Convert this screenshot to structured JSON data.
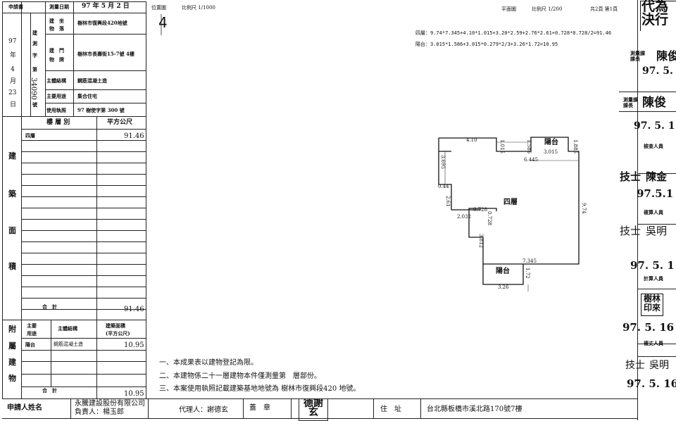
{
  "left_table": {
    "applicant_book": "申請書",
    "survey_date_label": "測量日期",
    "survey_date": "97 年 5 月 2 日",
    "building_location_label": "建　坐\n物　落",
    "building_location": "樹林市復興段420地號",
    "building_number_label": "建　門\n物　牌",
    "building_number": "樹林市長壽街15-7號 4樓",
    "main_structure_label": "主體結構",
    "main_structure": "鋼筋混凝土造",
    "main_use_label": "主要用途",
    "main_use": "集合住宅",
    "use_license_label": "使用執照",
    "use_license": "97 樹使字第 300 號",
    "ref_year": "97",
    "ref_year_char": "年",
    "ref_month": "4",
    "ref_month_char": "月",
    "ref_day": "23",
    "ref_day_char": "日",
    "ref_vertical_1": "建",
    "ref_vertical_2": "測",
    "ref_vertical_3": "字",
    "ref_vertical_4": "第",
    "ref_vertical_5": "號",
    "ref_number": "34090"
  },
  "area_table": {
    "floor_header": "樓 層 別",
    "sqm_header": "平方公尺",
    "side_label": [
      "建",
      "築",
      "面",
      "積"
    ],
    "rows": [
      {
        "floor": "四層",
        "area": "91.46"
      }
    ],
    "total_label": "合　計",
    "total": "91.46"
  },
  "annex_table": {
    "side_label": [
      "附",
      "屬",
      "建",
      "物"
    ],
    "use_header": "主要\n用途",
    "structure_header": "主體結構",
    "area_header": "建築面積\n(平方公尺)",
    "rows": [
      {
        "use": "陽台",
        "structure": "鋼筋混凝土造",
        "area": "10.95"
      }
    ],
    "total_label": "合　計",
    "total": "10.95"
  },
  "drawing": {
    "position_plan_label": "位置圖",
    "position_scale": "比例尺 1/1000",
    "sketch_number": "4",
    "plan_label": "平面圖",
    "plan_scale": "比例尺 1/200",
    "sheet": "共2頁 第1頁",
    "formula_floor": "四層：9.74*7.345+4.10*1.015+3.20*2.59+2.76*2.61+0.728*0.728/2=91.46",
    "formula_balcony": "陽台：3.015*1.586+3.015*0.279*2/3+3.26*1.72=10.95",
    "room_main": "四層",
    "room_balcony_top": "陽台",
    "room_balcony_bottom": "陽台",
    "dims": {
      "d410": "4.10",
      "d1015": "1.015",
      "d1586": "1.586",
      "d3015": "3.015",
      "d1885": "1.885",
      "d6445": "6.445",
      "d3695": "3.695",
      "d044": "0.44",
      "d261": "2.61",
      "d0728a": "0.728",
      "d0728b": "0.728",
      "d2032": "2.032",
      "d974": "9.74",
      "d3812": "3.812",
      "d7345": "7.345",
      "d172": "1.72",
      "d326": "3.26"
    },
    "notes": [
      "一、本成果表以建物登記為限。",
      "二、本建物係二十一層建物本件僅測量第　層部份。",
      "三、本案使用執照記載建築基地地號為 樹林市復興段420 地號。"
    ]
  },
  "footer": {
    "applicant_label": "申請人姓名",
    "company": "永騰建設股份有限公司",
    "person_in_charge": "負責人：楊玉郎",
    "agent": "代理人：謝德玄",
    "seal_label": "蓋　章",
    "seal_text": "德謝\n玄",
    "address_label": "住　址",
    "address": "台北縣板橋市溪北路170號7樓"
  },
  "right_stamps": {
    "top": "代為\n決行",
    "section_chief_label": "測量課\n課長",
    "section_chief": "陳俊",
    "date1": "97. 5. 1",
    "section_chief_label2": "測量課\n課長",
    "section_chief2": "陳俊",
    "date2": "97. 5. 1",
    "checker_label": "檢查人員",
    "tech1_label": "技士",
    "tech1": "陳金",
    "date3": "97.5.1",
    "calc_check_label": "複算人員",
    "tech2_label": "技士",
    "tech2": "吳明",
    "date4": "97. 5. 1",
    "calc_label": "計算人員",
    "seal2": "樹林\n印來",
    "date5": "97. 5. 16",
    "drawer_label": "複丈人員",
    "tech3_label": "技士",
    "tech3": "吳明",
    "date6": "97. 5. 16"
  }
}
